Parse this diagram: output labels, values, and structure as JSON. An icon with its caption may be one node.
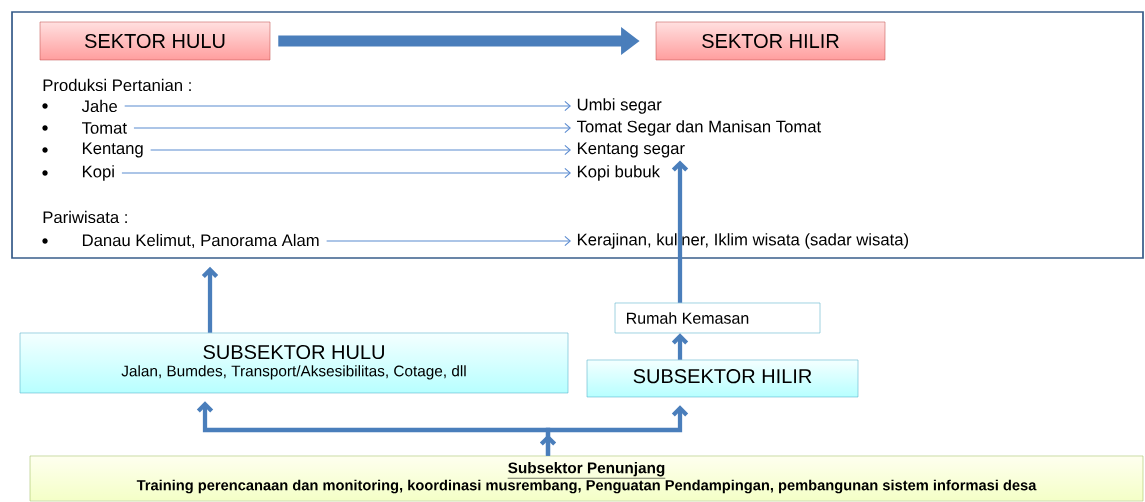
{
  "diagram": {
    "nodes": [
      {
        "text": [
          "Produksi Pertanian :",
          "Pariwisata :"
        ]
      },
      {
        "text": [
          "SEKTOR HULU"
        ],
        "in": 0
      },
      {
        "text": [
          "SEKTOR HILIR"
        ],
        "in": 0
      },
      {
        "text": [
          "Jahe"
        ],
        "in": 0
      },
      {
        "text": [
          "Tomat"
        ],
        "in": 0
      },
      {
        "text": [
          "Kentang"
        ],
        "in": 0
      },
      {
        "text": [
          "Kopi"
        ],
        "in": 0
      },
      {
        "text": [
          "Danau Kelimut, Panorama Alam"
        ],
        "in": 0
      },
      {
        "text": [
          "Umbi segar"
        ],
        "in": 0
      },
      {
        "text": [
          "Tomat Segar dan Manisan Tomat"
        ],
        "in": 0
      },
      {
        "text": [
          "Kentang segar"
        ],
        "in": 0
      },
      {
        "text": [
          "Kopi bubuk"
        ],
        "in": 0
      },
      {
        "text": [
          "Kerajinan, kuliner, Iklim wisata (sadar wisata)"
        ],
        "in": 0
      },
      {
        "text": [
          "Rumah Kemasan"
        ]
      },
      {
        "text": [
          "SUBSEKTOR HULU",
          "Jalan, Bumdes, Transport/Aksesibilitas, Cotage, dll"
        ]
      },
      {
        "text": [
          "SUBSEKTOR HILIR"
        ]
      },
      {
        "text": [
          "Subsektor Penunjang",
          "Training perencanaan dan monitoring, koordinasi musrembang, Penguatan Pendampingan, pembangunan sistem informasi desa"
        ]
      }
    ],
    "edges": [
      {
        "from": 1,
        "to": 2,
        "arrow": "to",
        "style": "thick"
      },
      {
        "from": 3,
        "to": 8,
        "arrow": "to"
      },
      {
        "from": 4,
        "to": 9,
        "arrow": "to"
      },
      {
        "from": 5,
        "to": 10,
        "arrow": "to"
      },
      {
        "from": 6,
        "to": 11,
        "arrow": "to"
      },
      {
        "from": 7,
        "to": 12,
        "arrow": "to"
      },
      {
        "from": 14,
        "to": 0,
        "arrow": "to"
      },
      {
        "from": 15,
        "to": 13,
        "arrow": "to"
      },
      {
        "from": 13,
        "to": 10,
        "arrow": "to"
      },
      {
        "from": 16,
        "to": 14,
        "arrow": "to"
      },
      {
        "from": 16,
        "to": 15,
        "arrow": "to"
      }
    ]
  }
}
